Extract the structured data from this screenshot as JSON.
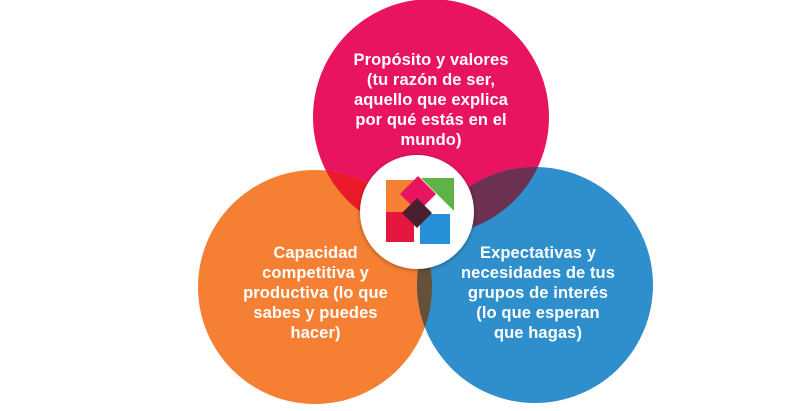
{
  "venn": {
    "colors": {
      "top": "#e8145f",
      "left": "#f58033",
      "right": "#2f8fcd",
      "overlap_top_left": "#ea1a2b",
      "overlap_top_right": "#6c3052",
      "overlap_left_right": "#655138",
      "center_disc": "#ffffff"
    },
    "circles": [
      {
        "id": "top",
        "lines": [
          "Propósito y valores",
          "(tu razón de ser,",
          "aquello que explica",
          "por qué estás en el",
          "mundo)"
        ]
      },
      {
        "id": "left",
        "lines": [
          "Capacidad",
          "competitiva y",
          "productiva (lo que",
          "sabes y puedes",
          "hacer)"
        ]
      },
      {
        "id": "right",
        "lines": [
          "Expectativas y",
          "necesidades de tus",
          "grupos de interés",
          "(lo que esperan",
          "que hagas)"
        ]
      }
    ]
  },
  "logo": {
    "icon": "x-squares-logo-icon",
    "colors": {
      "green": "#5eb246",
      "orange": "#f58033",
      "red": "#e5173f",
      "blue": "#2590d8",
      "pink": "#e8145f",
      "dark": "#4a1f2e"
    }
  }
}
